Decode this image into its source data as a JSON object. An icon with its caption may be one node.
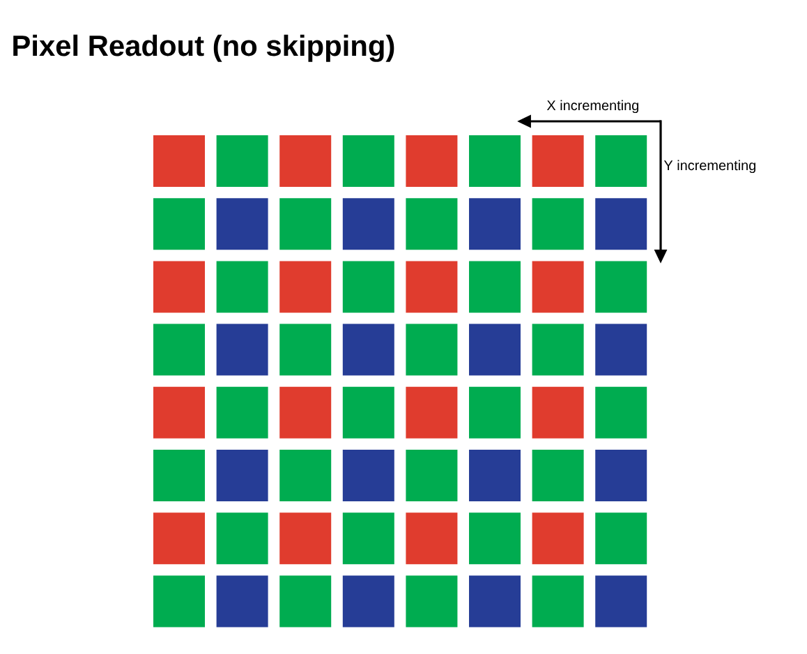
{
  "diagram": {
    "title": "Pixel Readout (no skipping)",
    "labels": [
      "X incrementing",
      "Y incrementing"
    ]
  }
}
